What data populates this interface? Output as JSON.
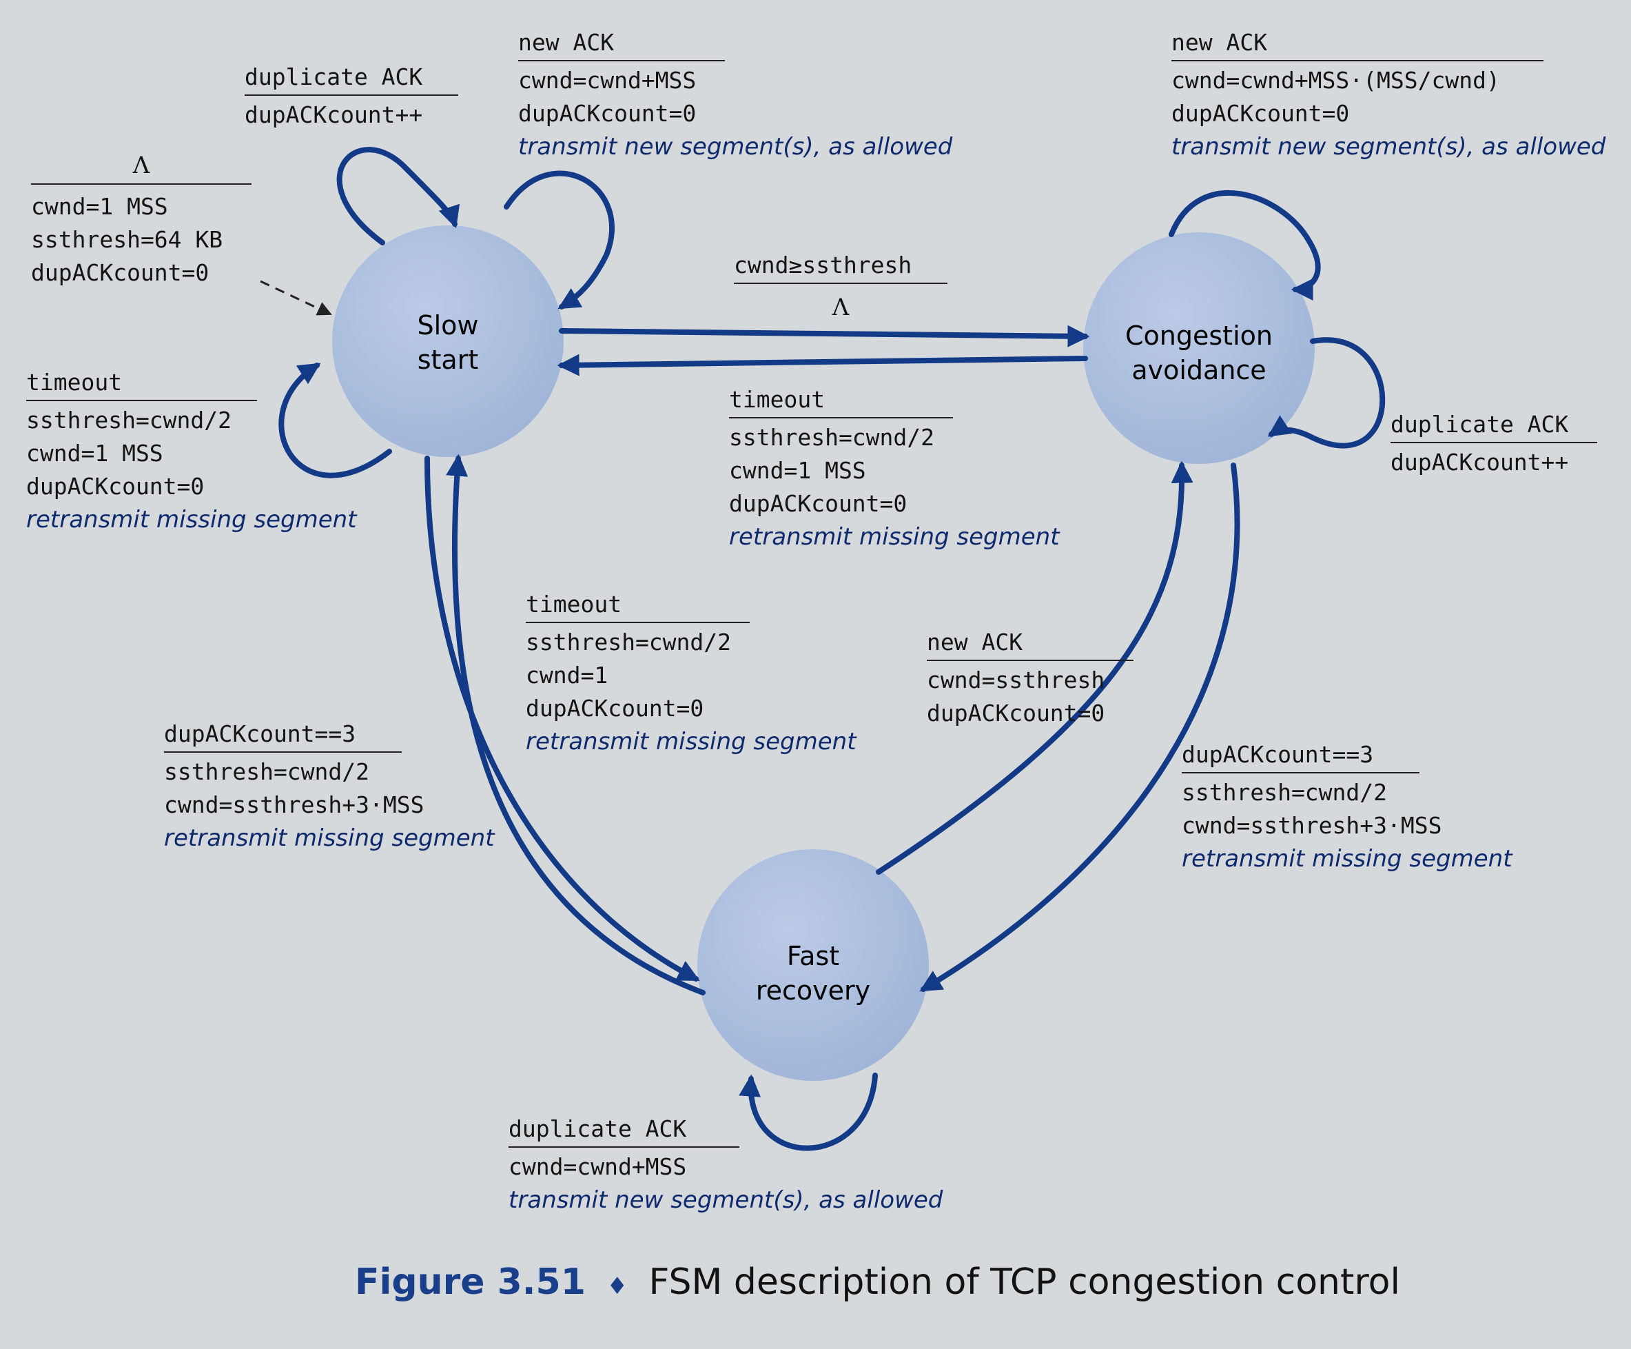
{
  "states": {
    "slow_start": [
      "Slow",
      "start"
    ],
    "congestion_avoidance": [
      "Congestion",
      "avoidance"
    ],
    "fast_recovery": [
      "Fast",
      "recovery"
    ]
  },
  "transitions": {
    "init": {
      "cond": "Λ",
      "actions": [
        "cwnd=1 MSS",
        "ssthresh=64 KB",
        "dupACKcount=0"
      ]
    },
    "ss_dup": {
      "cond": "duplicate ACK",
      "actions": [
        "dupACKcount++"
      ]
    },
    "ss_new": {
      "cond": "new ACK",
      "actions": [
        "cwnd=cwnd+MSS",
        "dupACKcount=0"
      ],
      "italic": "transmit new segment(s), as allowed"
    },
    "ss_timeout": {
      "cond": "timeout",
      "actions": [
        "ssthresh=cwnd/2",
        "cwnd=1 MSS",
        "dupACKcount=0"
      ],
      "italic": "retransmit missing segment"
    },
    "ss_to_ca": {
      "cond": "cwnd≥ssthresh",
      "actions": [
        "Λ"
      ]
    },
    "ca_new": {
      "cond": "new ACK",
      "actions": [
        "cwnd=cwnd+MSS·(MSS/cwnd)",
        "dupACKcount=0"
      ],
      "italic": "transmit new segment(s), as allowed"
    },
    "ca_dup": {
      "cond": "duplicate ACK",
      "actions": [
        "dupACKcount++"
      ]
    },
    "ca_to_ss": {
      "cond": "timeout",
      "actions": [
        "ssthresh=cwnd/2",
        "cwnd=1 MSS",
        "dupACKcount=0"
      ],
      "italic": "retransmit missing segment"
    },
    "fr_to_ss": {
      "cond": "timeout",
      "actions": [
        "ssthresh=cwnd/2",
        "cwnd=1",
        "dupACKcount=0"
      ],
      "italic": "retransmit missing segment"
    },
    "fr_to_ca": {
      "cond": "new ACK",
      "actions": [
        "cwnd=ssthresh",
        "dupACKcount=0"
      ]
    },
    "ss_to_fr": {
      "cond": "dupACKcount==3",
      "actions": [
        "ssthresh=cwnd/2",
        "cwnd=ssthresh+3·MSS"
      ],
      "italic": "retransmit missing segment"
    },
    "ca_to_fr": {
      "cond": "dupACKcount==3",
      "actions": [
        "ssthresh=cwnd/2",
        "cwnd=ssthresh+3·MSS"
      ],
      "italic": "retransmit missing segment"
    },
    "fr_dup": {
      "cond": "duplicate ACK",
      "actions": [
        "cwnd=cwnd+MSS"
      ],
      "italic": "transmit new segment(s), as allowed"
    }
  },
  "caption": {
    "figure": "Figure 3.51",
    "separator": "♦",
    "text": "FSM description of TCP congestion control"
  },
  "colors": {
    "state_fill": "#a9bedd",
    "arrow": "#123a86"
  }
}
